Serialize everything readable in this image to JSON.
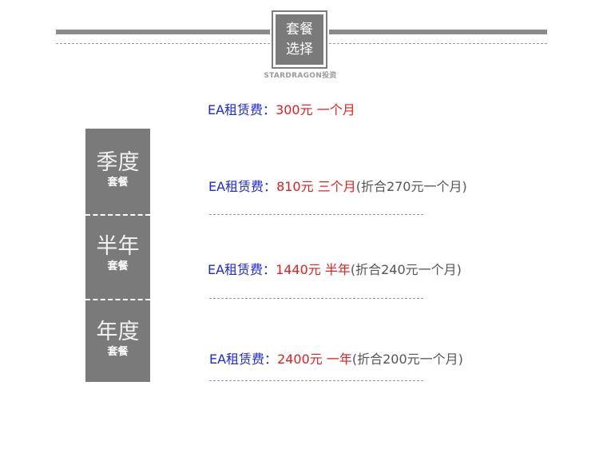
{
  "header": {
    "title_line1": "套餐",
    "title_line2": "选择",
    "brand": "STARDRAGON投资"
  },
  "plans": [
    {
      "name": "季度",
      "sub": "套餐"
    },
    {
      "name": "半年",
      "sub": "套餐"
    },
    {
      "name": "年度",
      "sub": "套餐"
    }
  ],
  "prices": [
    {
      "label": "EA租赁费：",
      "amount": "300元 一个月",
      "note": ""
    },
    {
      "label": "EA租赁费：",
      "amount": "810元 三个月",
      "note": "(折合270元一个月)"
    },
    {
      "label": "EA租赁费：",
      "amount": "1440元 半年",
      "note": "(折合240元一个月)"
    },
    {
      "label": "EA租赁费：",
      "amount": "2400元 一年",
      "note": "(折合200元一个月)"
    }
  ],
  "colors": {
    "label": "#1f2ad6",
    "amount": "#e02020",
    "note": "#555555",
    "panel": "#7a7a7a"
  }
}
